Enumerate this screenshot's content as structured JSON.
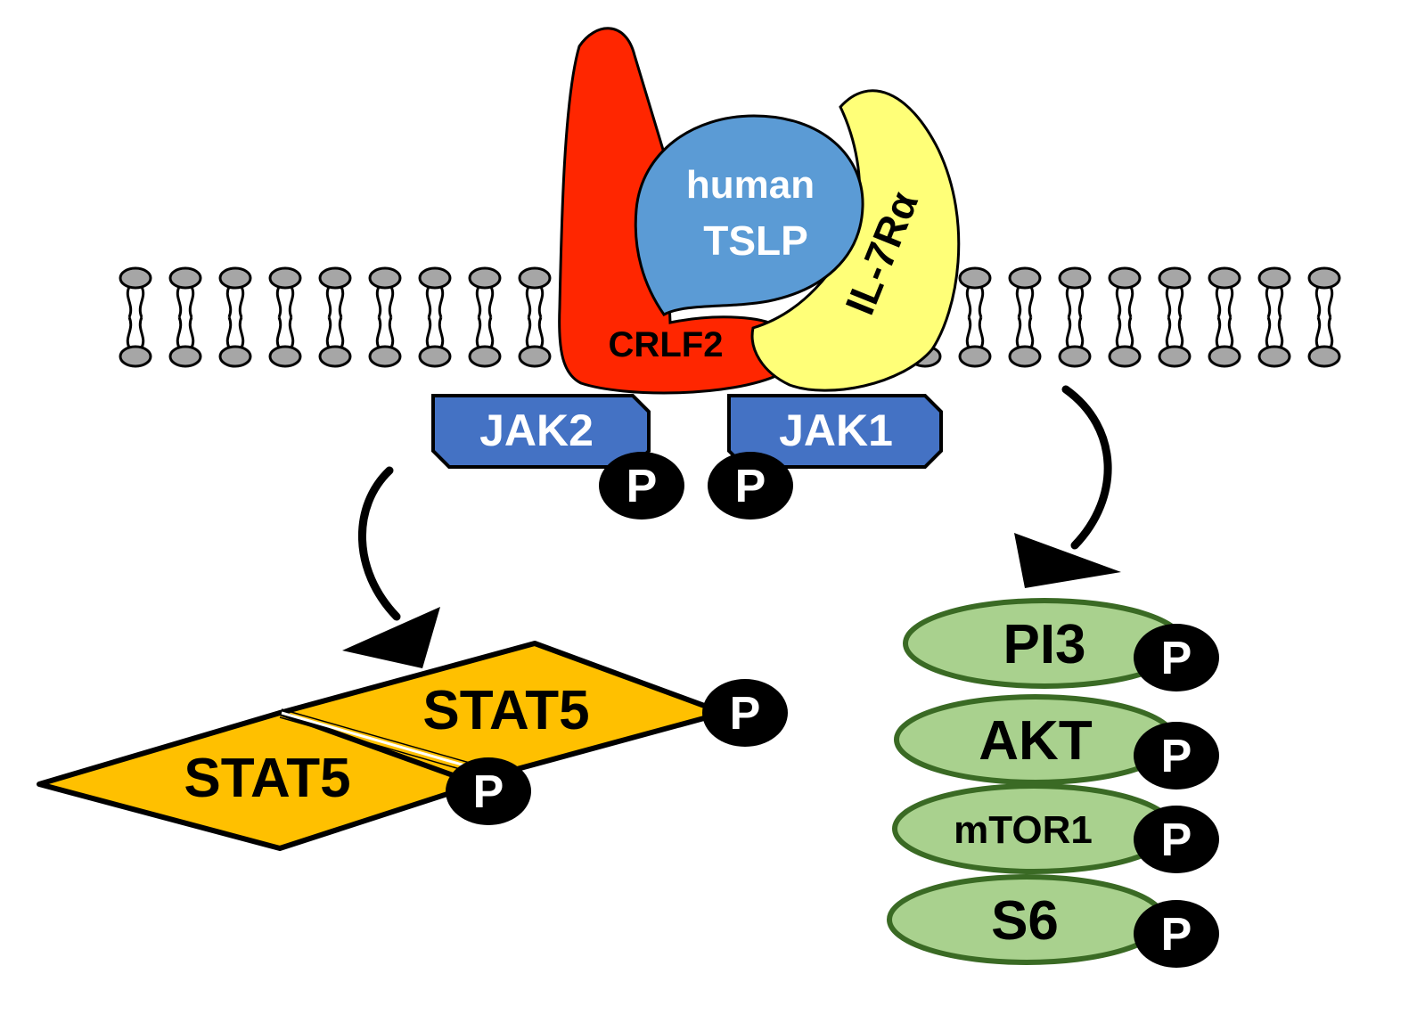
{
  "colors": {
    "crlf2": "#ff2600",
    "tslp": "#5b9bd5",
    "il7ra": "#ffff78",
    "jak": "#4472c4",
    "stat5": "#ffc000",
    "pathway": "#a9d18e",
    "pathway_border": "#3a6a24",
    "lipid_head": "#a6a6a6",
    "phospho": "#000000"
  },
  "labels": {
    "tslp_line1": "human",
    "tslp_line2": "TSLP",
    "il7ra": "IL-7Rα",
    "crlf2": "CRLF2",
    "jak2": "JAK2",
    "jak1": "JAK1",
    "stat5_top": "STAT5",
    "stat5_bottom": "STAT5",
    "pi3": "PI3",
    "akt": "AKT",
    "mtor1": "mTOR1",
    "s6": "S6",
    "phospho": "P"
  },
  "icons": {
    "left_arrow": "curved-arrow-down-right",
    "right_arrow": "curved-arrow-down-left",
    "phospho": "phosphate-circle"
  }
}
